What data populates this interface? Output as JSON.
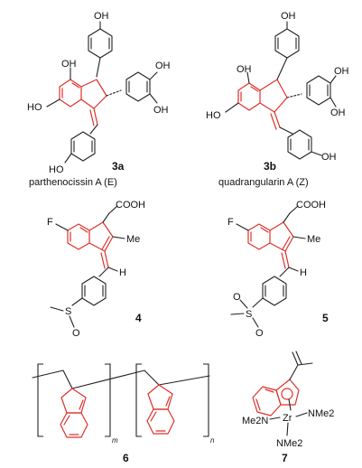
{
  "compounds": [
    {
      "id": "3a",
      "name": "parthenocissin A (E)"
    },
    {
      "id": "3b",
      "name": "quadrangularin A (Z)"
    },
    {
      "id": "4",
      "name": ""
    },
    {
      "id": "5",
      "name": ""
    },
    {
      "id": "6",
      "name": ""
    },
    {
      "id": "7",
      "name": ""
    }
  ],
  "atom_labels": {
    "oh": "OH",
    "ho": "HO",
    "cooh": "COOH",
    "f": "F",
    "me": "Me",
    "h": "H",
    "s": "S",
    "o": "O",
    "zr": "Zr",
    "nme2": "NMe2",
    "me2n": "Me2N",
    "sub2": "2",
    "m": "m",
    "n": "n"
  },
  "colors": {
    "indene": "#e0302a",
    "bond": "#222222"
  }
}
